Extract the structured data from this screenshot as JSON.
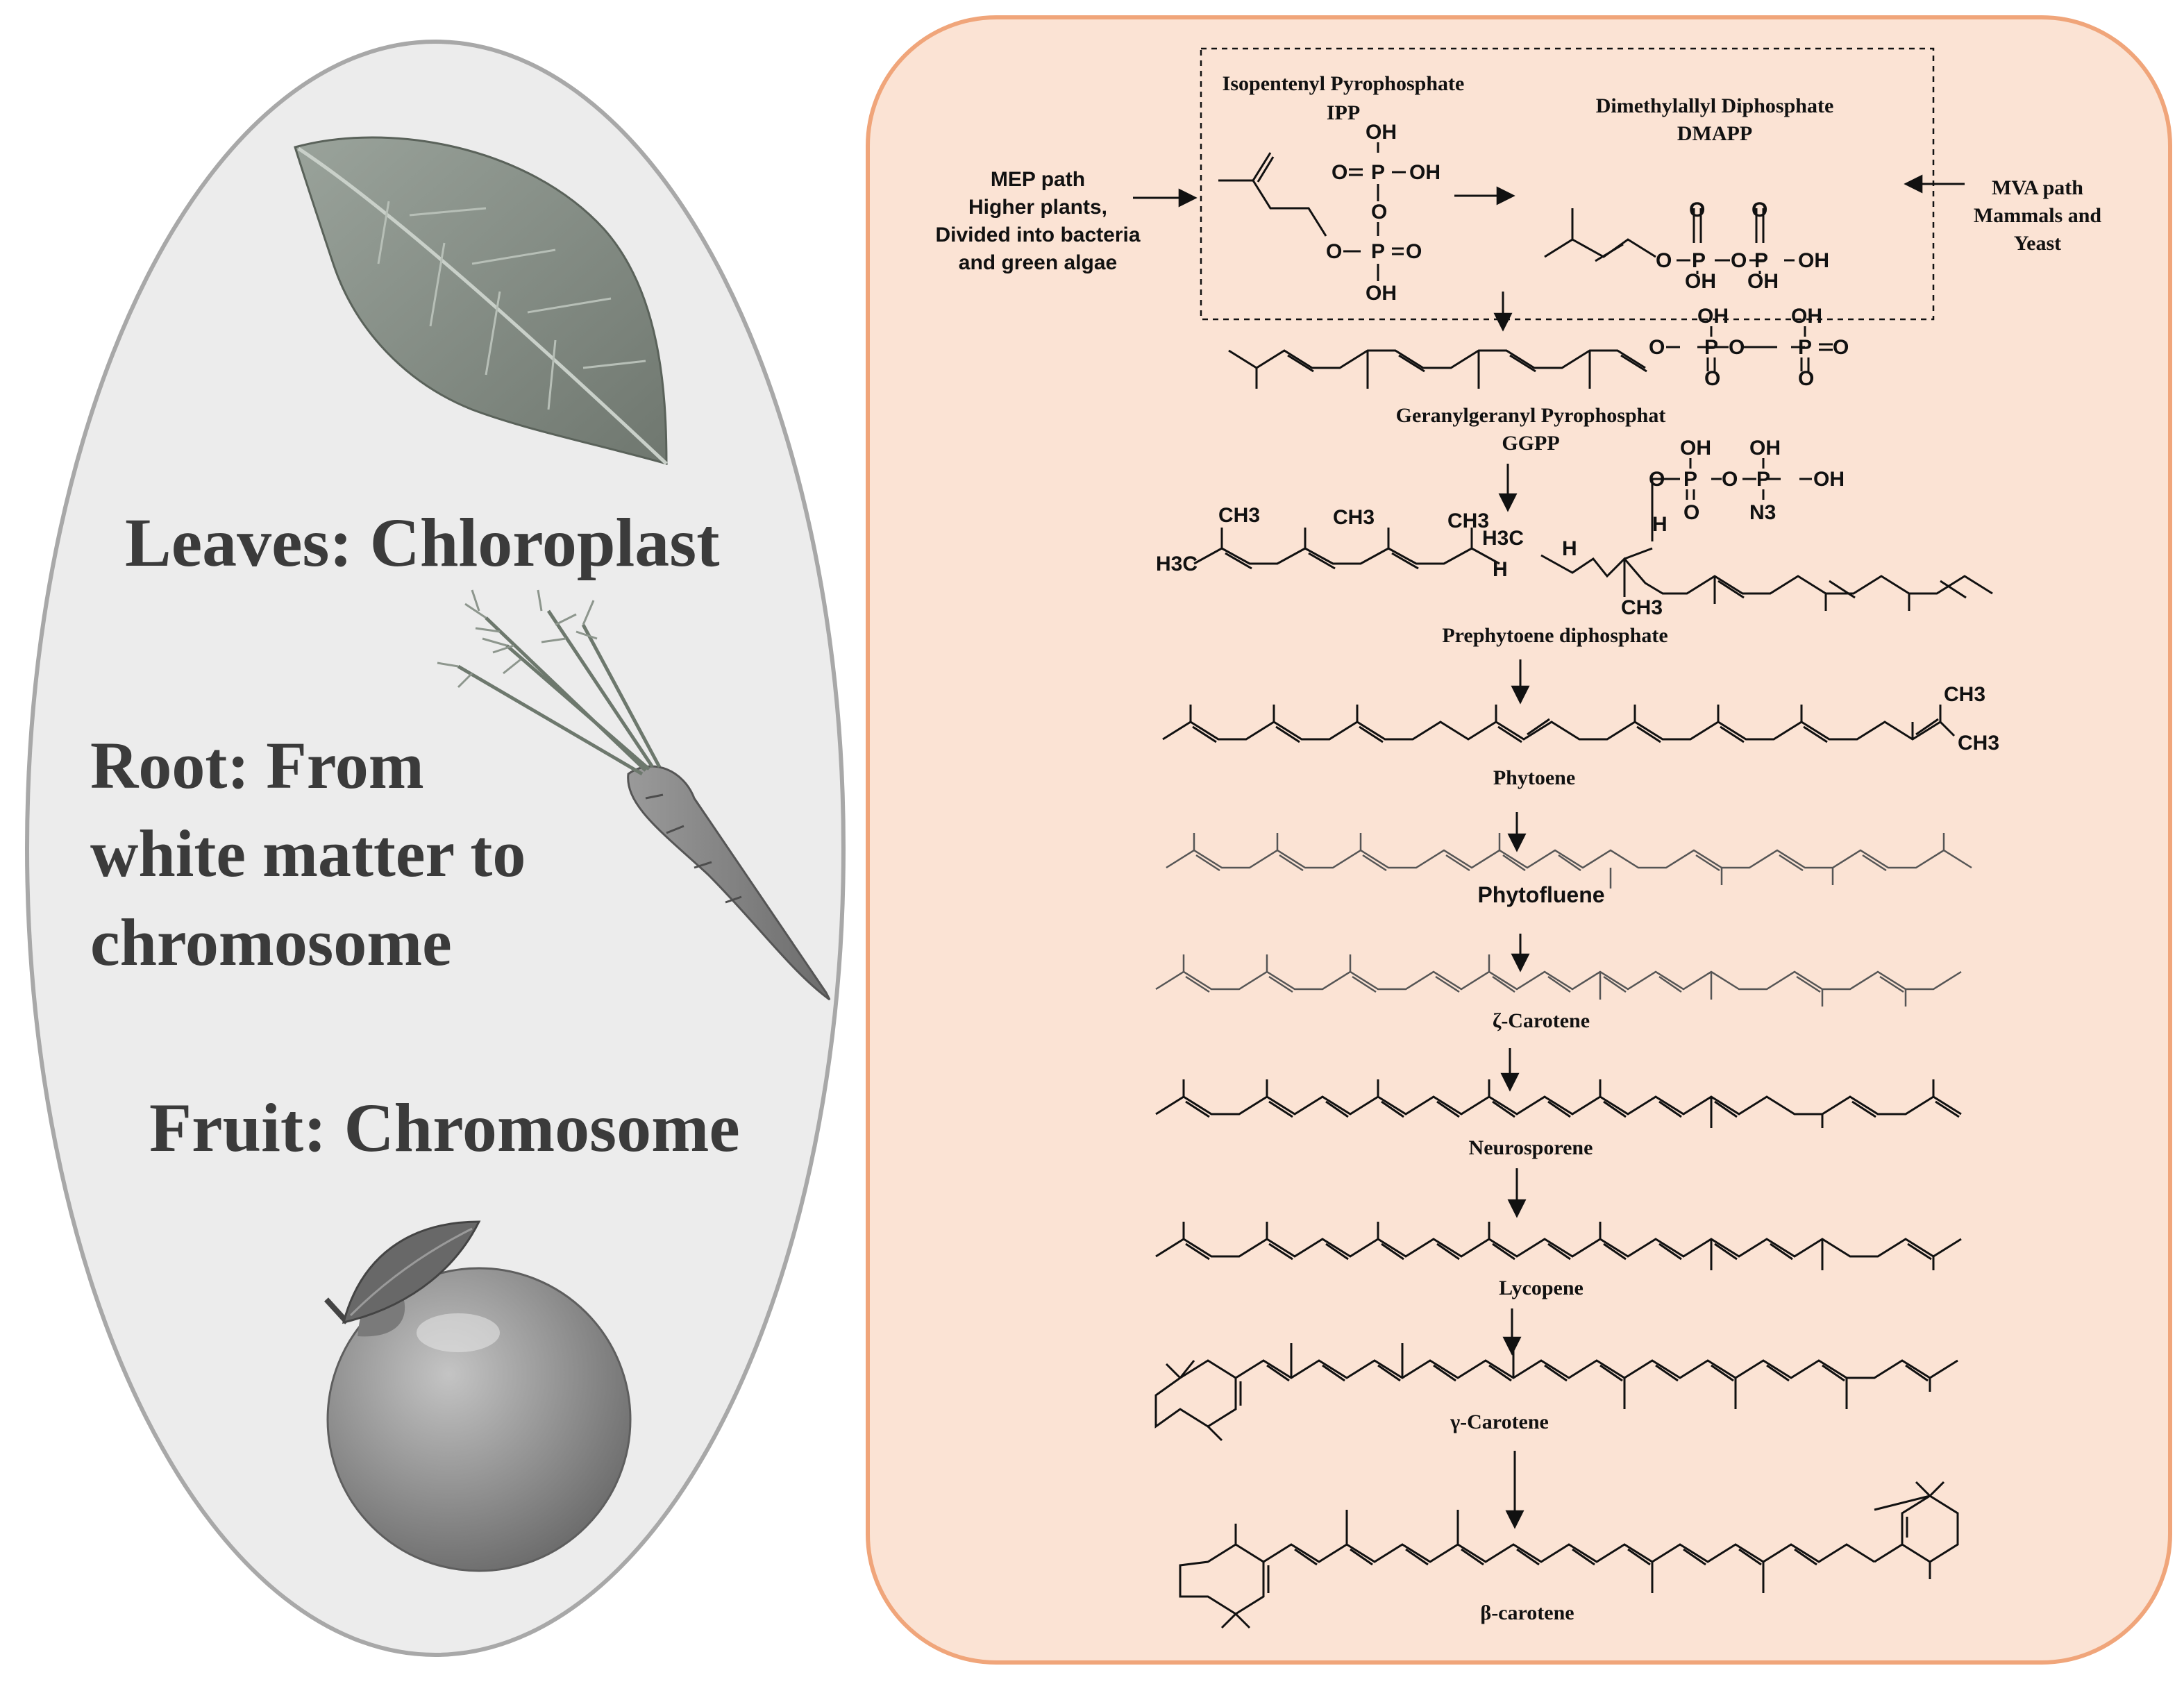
{
  "tissues": {
    "leaves": "Leaves: Chloroplast",
    "root_line1": "Root: From",
    "root_line2": "white matter to",
    "root_line3": "chromosome",
    "fruit": "Fruit: Chromosome"
  },
  "precursors": {
    "ipp_name": "Isopentenyl Pyrophosphate",
    "ipp_abbr": "IPP",
    "dmapp_name": "Dimethylallyl Diphosphate",
    "dmapp_abbr": "DMAPP",
    "mep_line1": "MEP path",
    "mep_line2": "Higher plants,",
    "mep_line3": "Divided into bacteria",
    "mep_line4": "and green algae",
    "mva_line1": "MVA  path",
    "mva_line2": "Mammals and",
    "mva_line3": "Yeast"
  },
  "compounds": {
    "ggpp_name": "Geranylgeranyl Pyrophosphat",
    "ggpp_abbr": "GGPP",
    "prephytoene": "Prephytoene diphosphate",
    "phytoene": "Phytoene",
    "phytofluene": "Phytofluene",
    "zeta": "ζ-Carotene",
    "neurosporene": "Neurosporene",
    "lycopene": "Lycopene",
    "gamma": "γ-Carotene",
    "beta": "β-carotene"
  },
  "atoms": {
    "oh": "OH",
    "o": "O",
    "p": "P",
    "h": "H",
    "n3": "N3",
    "ch3": "CH3",
    "h3c": "H3C"
  },
  "colors": {
    "left_panel_fill": "#ececec",
    "left_panel_border": "#a8a8a8",
    "right_panel_fill": "#fbe3d4",
    "right_panel_border": "#f0a57a",
    "tissue_text": "#3b3b3b"
  },
  "icons": [
    "leaf-icon",
    "carrot-icon",
    "fruit-icon"
  ]
}
